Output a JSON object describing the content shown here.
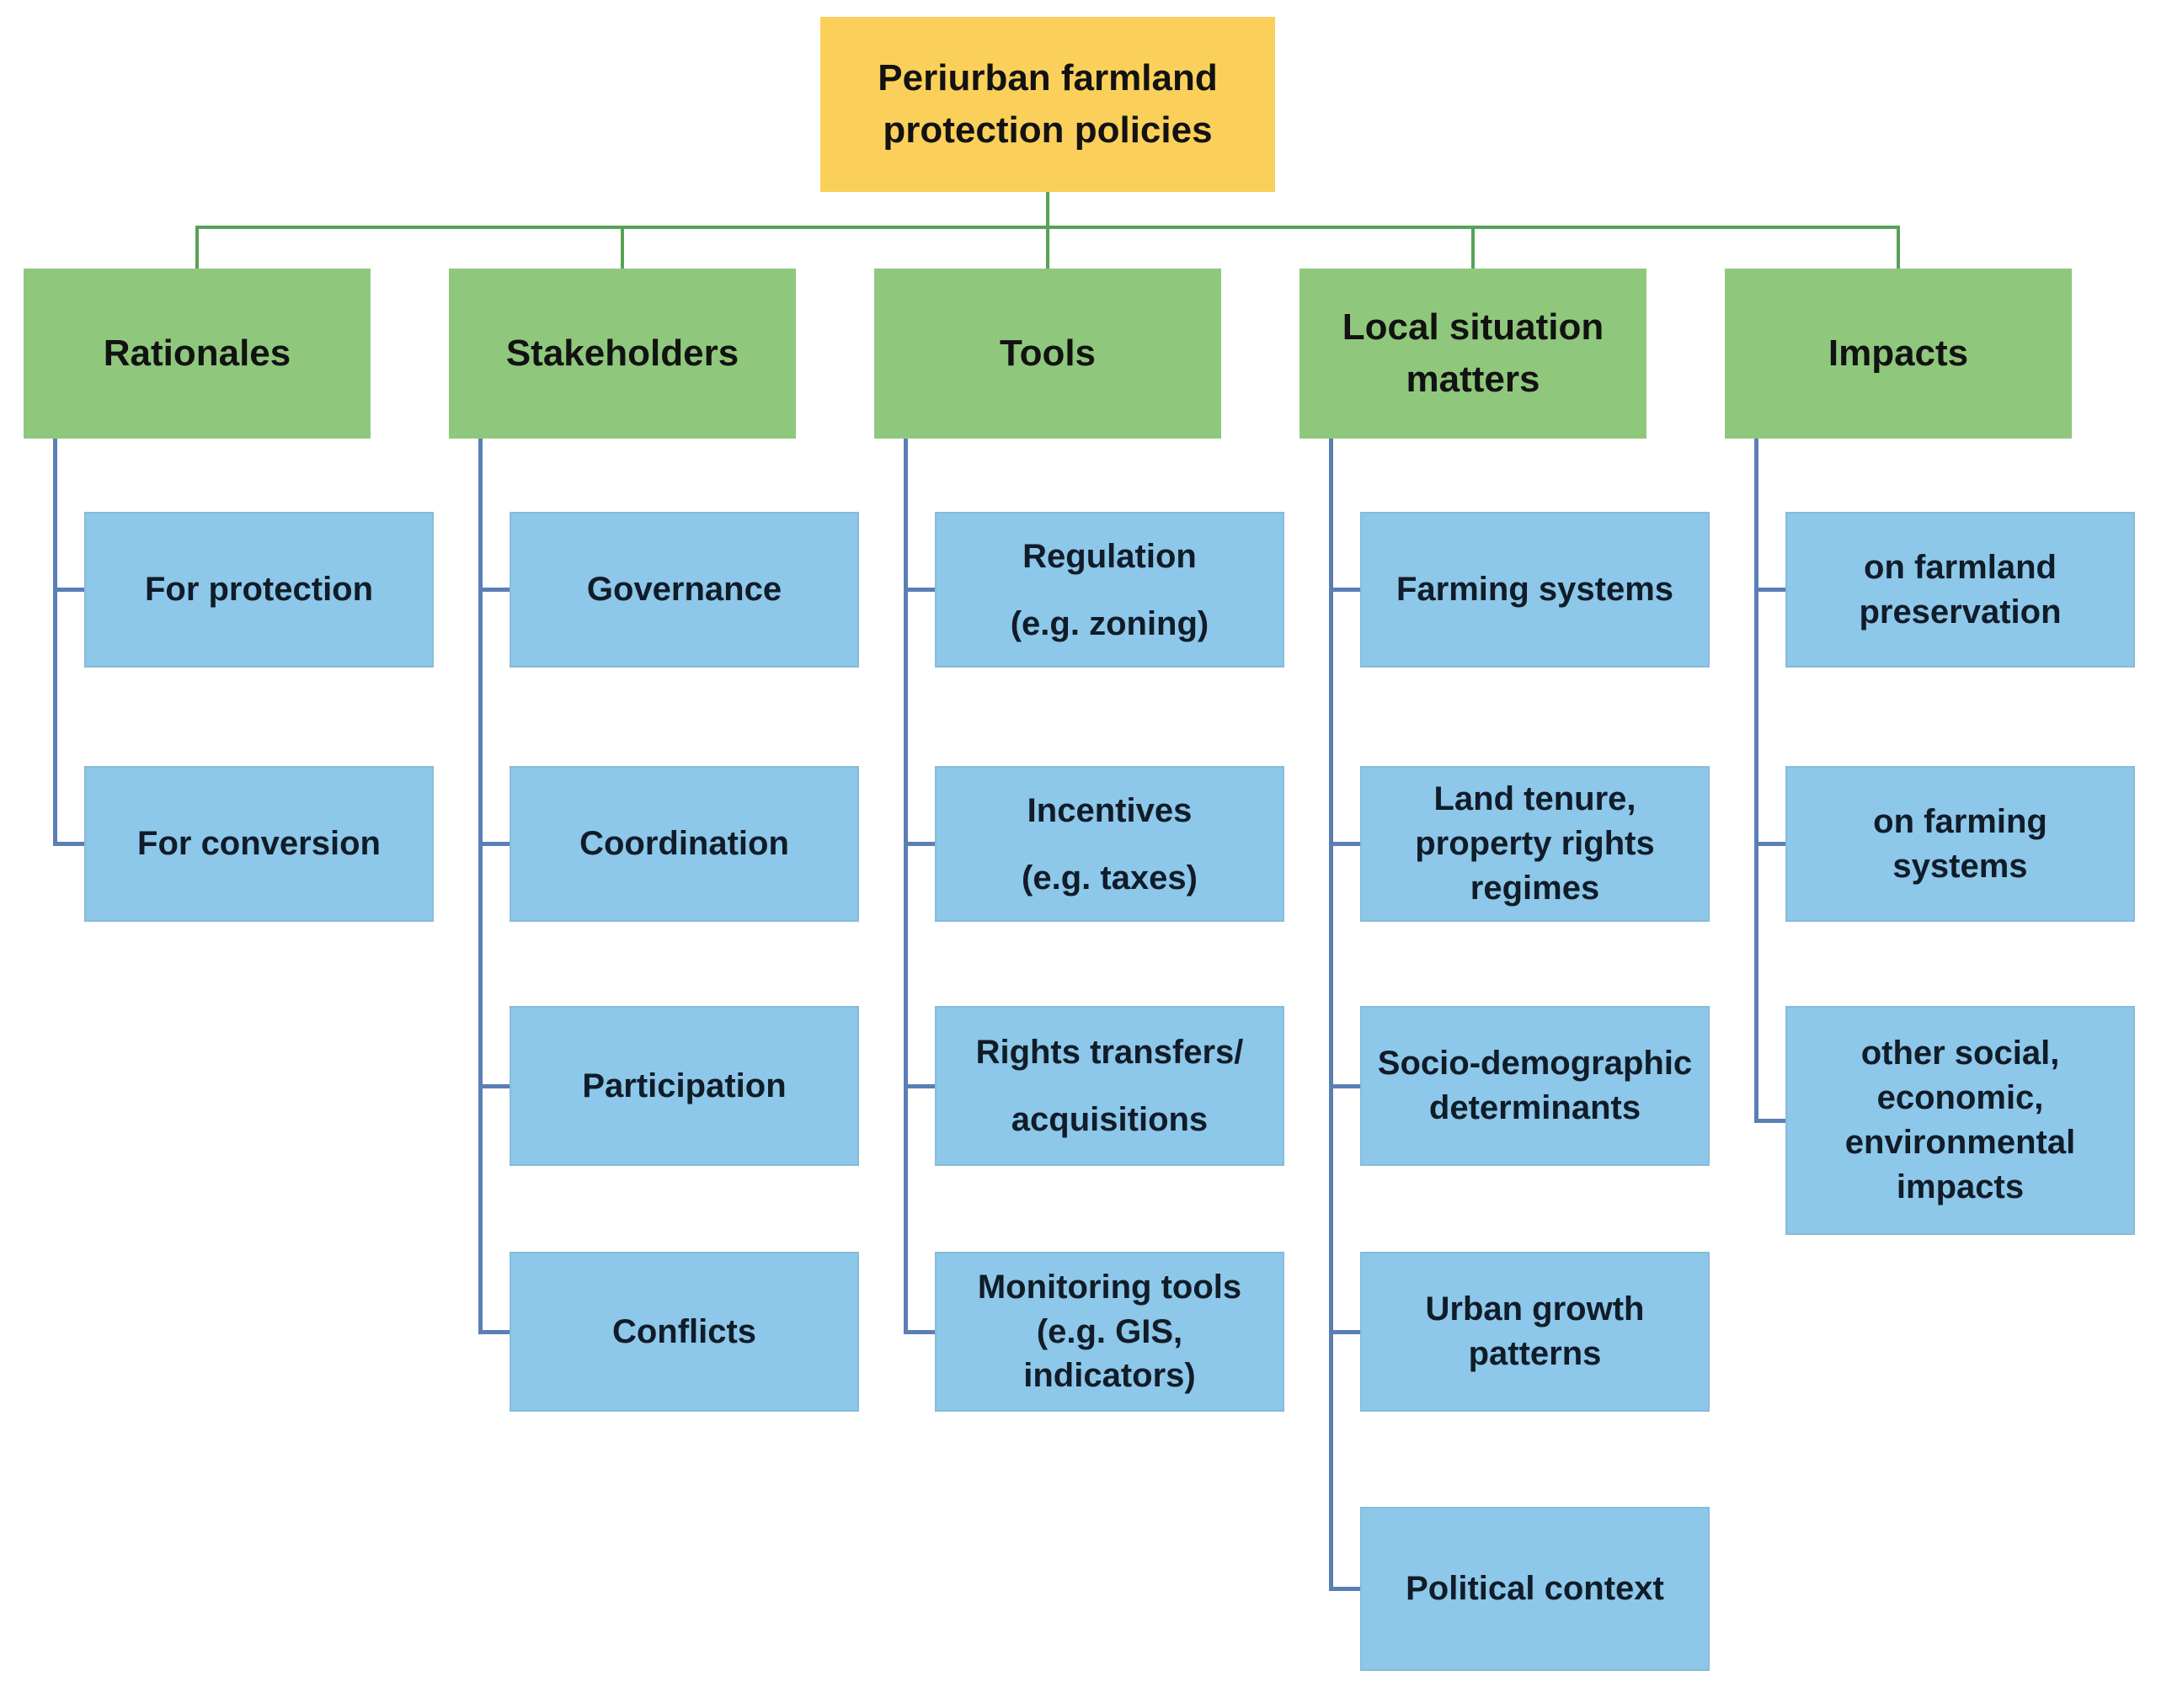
{
  "root": {
    "label": "Periurban farmland\nprotection policies"
  },
  "columns": [
    {
      "header": "Rationales",
      "children": [
        {
          "label": "For protection"
        },
        {
          "label": "For conversion"
        }
      ]
    },
    {
      "header": "Stakeholders",
      "children": [
        {
          "label": "Governance"
        },
        {
          "label": "Coordination"
        },
        {
          "label": "Participation"
        },
        {
          "label": "Conflicts"
        }
      ]
    },
    {
      "header": "Tools",
      "children": [
        {
          "label": "Regulation\n(e.g. zoning)"
        },
        {
          "label": "Incentives\n(e.g. taxes)"
        },
        {
          "label": "Rights transfers/\nacquisitions"
        },
        {
          "label": "Monitoring tools\n(e.g. GIS,\nindicators)"
        }
      ]
    },
    {
      "header": "Local situation\nmatters",
      "children": [
        {
          "label": "Farming systems"
        },
        {
          "label": "Land tenure,\nproperty rights\nregimes"
        },
        {
          "label": "Socio-demographic\ndeterminants"
        },
        {
          "label": "Urban growth\npatterns"
        },
        {
          "label": "Political context"
        }
      ]
    },
    {
      "header": "Impacts",
      "children": [
        {
          "label": "on farmland\npreservation"
        },
        {
          "label": "on farming\nsystems"
        },
        {
          "label": "other social,\neconomic,\nenvironmental\nimpacts"
        }
      ]
    }
  ],
  "colors": {
    "root_fill": "#fbd05a",
    "header_fill": "#8fc87c",
    "child_fill": "#8dc7e9",
    "green_line": "#57a257",
    "blue_line": "#5a7fb5"
  }
}
